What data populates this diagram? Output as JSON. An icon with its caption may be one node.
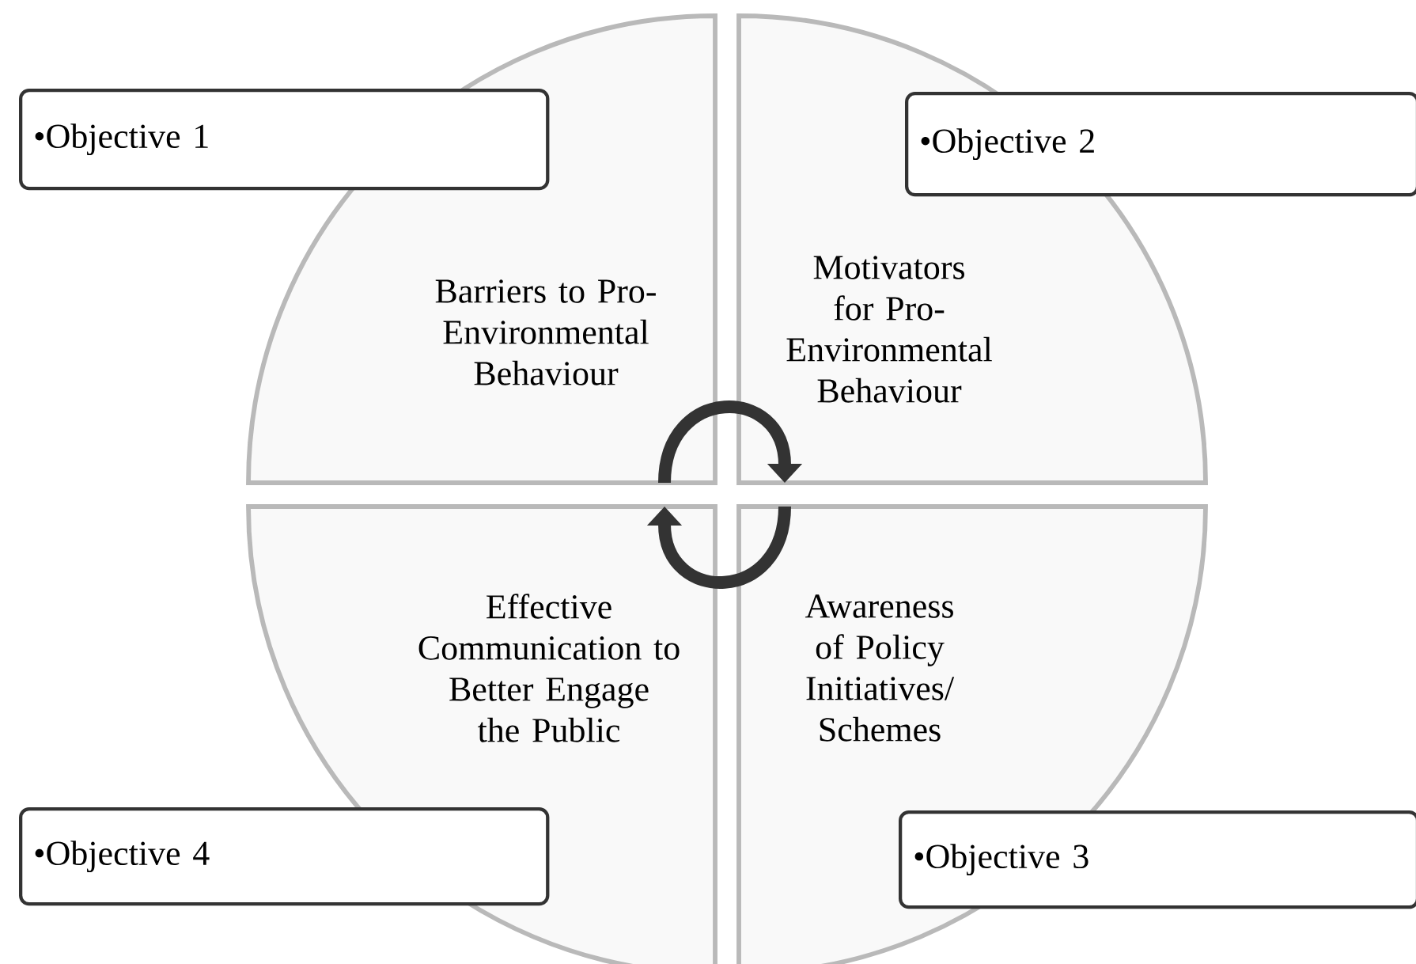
{
  "diagram": {
    "nodes": [
      {
        "text": [
          "•Objective 1"
        ]
      },
      {
        "text": [
          "•Objective 2"
        ]
      },
      {
        "text": [
          "Barriers to Pro-Environmental Behaviour"
        ]
      },
      {
        "text": [
          "Motivators for Pro-Environmental Behaviour"
        ]
      },
      {
        "text": [
          "Effective Communication to Better Engage the Public"
        ]
      },
      {
        "text": [
          "Awareness of Policy Initiatives/ Schemes"
        ]
      },
      {
        "text": [
          "•Objective 4"
        ]
      },
      {
        "text": [
          "•Objective 3"
        ]
      }
    ],
    "edges": [
      {
        "from": 2,
        "to": 3,
        "arrow": "to"
      },
      {
        "from": 5,
        "to": 4,
        "arrow": "to"
      }
    ]
  }
}
